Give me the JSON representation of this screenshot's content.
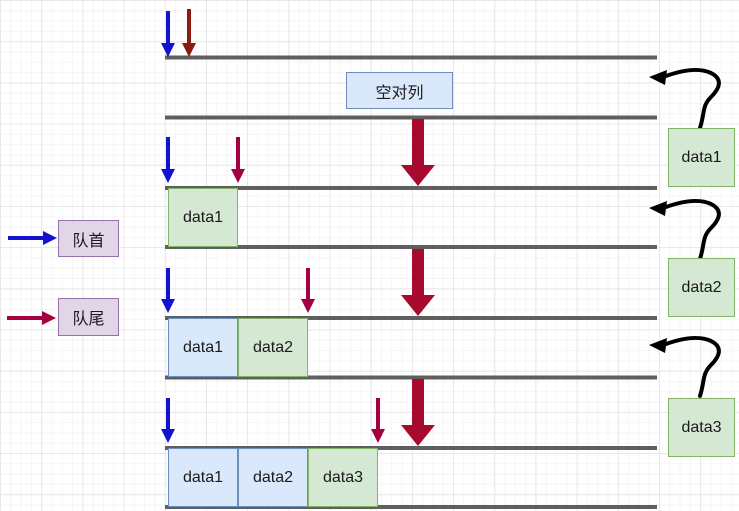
{
  "legend": {
    "head_label": "队首",
    "tail_label": "队尾"
  },
  "queue": {
    "empty_label": "空对列",
    "rows": [
      {
        "state": "empty",
        "cells": []
      },
      {
        "state": "one-item",
        "cells": [
          {
            "label": "data1",
            "variant": "green"
          }
        ]
      },
      {
        "state": "two-items",
        "cells": [
          {
            "label": "data1",
            "variant": "blue"
          },
          {
            "label": "data2",
            "variant": "green"
          }
        ]
      },
      {
        "state": "three-items",
        "cells": [
          {
            "label": "data1",
            "variant": "blue"
          },
          {
            "label": "data2",
            "variant": "blue"
          },
          {
            "label": "data3",
            "variant": "green"
          }
        ]
      }
    ]
  },
  "incoming": [
    {
      "label": "data1"
    },
    {
      "label": "data2"
    },
    {
      "label": "data3"
    }
  ],
  "colors": {
    "head_pointer_arrow": "#1313cf",
    "tail_pointer_arrow": "#a50040",
    "top_tail_arrow": "#8b1a10",
    "enqueue_thick_arrow": "#a80a2e",
    "flow_curve_arrow": "#000000",
    "queue_line": "#5f5f5f",
    "cell_green_fill": "#d5e8d4",
    "cell_green_border": "#82b366",
    "cell_blue_fill": "#dae8fc",
    "cell_blue_border": "#6c8ebf",
    "legend_fill": "#e1d5e7",
    "legend_border": "#9673a6"
  }
}
